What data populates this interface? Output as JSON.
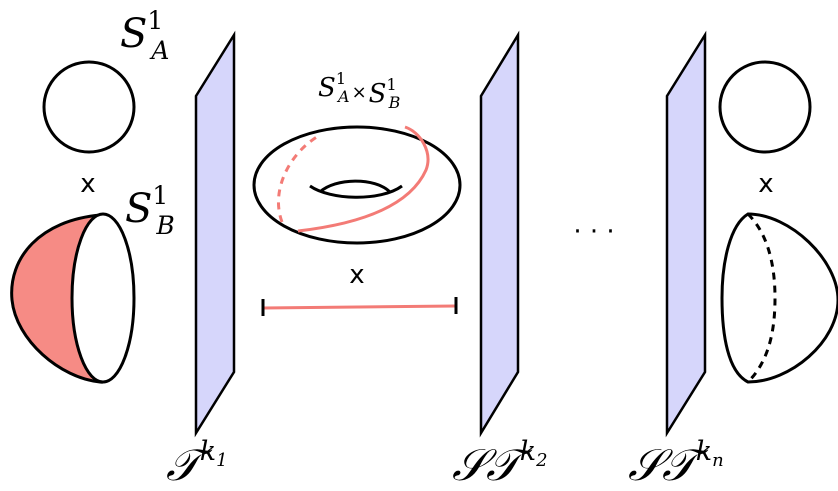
{
  "labels": {
    "s_a": {
      "base": "S",
      "sup": "1",
      "sub": "A"
    },
    "s_b": {
      "base": "S",
      "sup": "1",
      "sub": "B"
    },
    "torus": {
      "left_base": "S",
      "left_sup": "1",
      "left_sub": "A",
      "times": "×",
      "right_base": "S",
      "right_sup": "1",
      "right_sub": "B"
    },
    "times_left": "x",
    "times_middle": "x",
    "times_right": "x",
    "dots": "· · ·",
    "plane1": {
      "base": "𝒯",
      "sup": "k",
      "sup_sub": "1"
    },
    "plane2": {
      "base": "𝒮𝒯",
      "sup": "k",
      "sup_sub": "2"
    },
    "plane3": {
      "base": "𝒮𝒯",
      "sup": "k",
      "sup_sub": "n"
    }
  },
  "colors": {
    "plane_fill": "#d6d6fb",
    "accent": "#f37b76",
    "disk_fill": "#f68b85",
    "ink": "#000000"
  }
}
